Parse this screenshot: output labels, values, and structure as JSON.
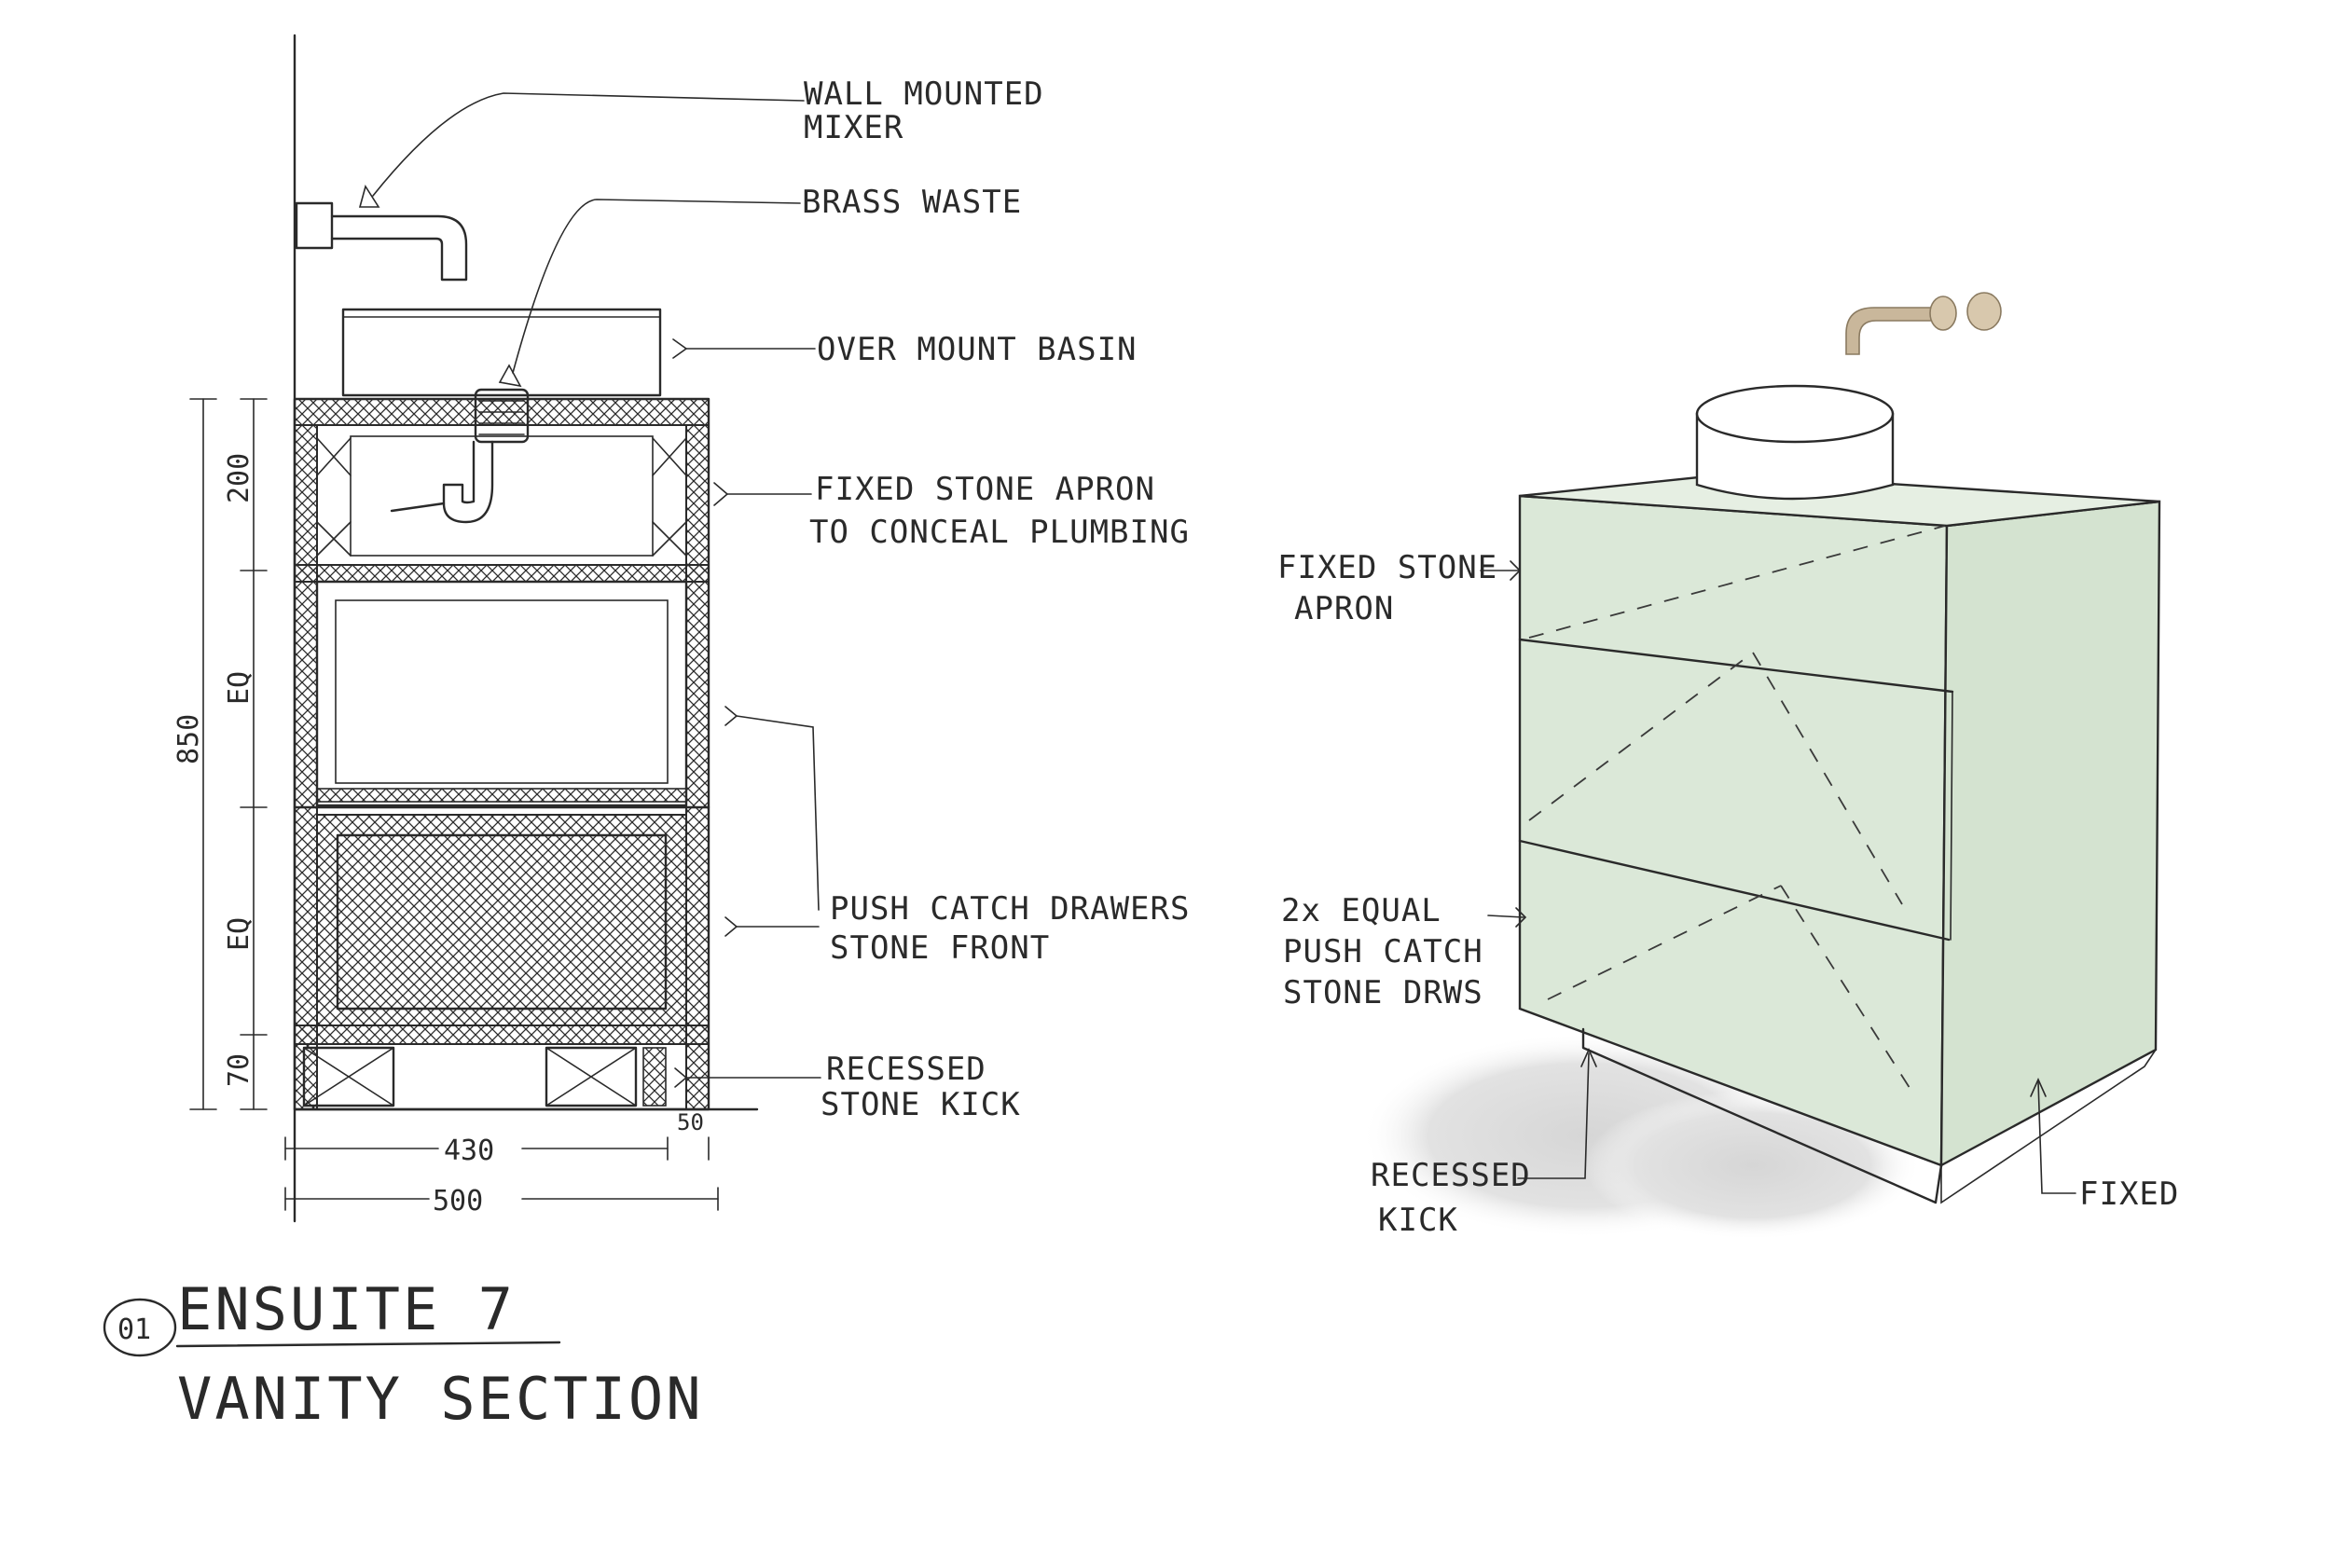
{
  "section": {
    "labels": {
      "wall_mixer_1": "WALL MOUNTED",
      "wall_mixer_2": "MIXER",
      "brass_waste": "BRASS WASTE",
      "basin": "OVER MOUNT BASIN",
      "apron_1": "FIXED STONE APRON",
      "apron_2": "TO CONCEAL PLUMBING",
      "drawers_1": "PUSH CATCH DRAWERS",
      "drawers_2": "STONE FRONT",
      "kick_1": "RECESSED",
      "kick_2": "STONE KICK"
    },
    "dimensions": {
      "overall_height": "850",
      "apron": "200",
      "eq_top": "EQ",
      "eq_bottom": "EQ",
      "kick": "70",
      "inner_width": "430",
      "recess": "50",
      "overall_width": "500"
    }
  },
  "perspective": {
    "labels": {
      "apron_1": "FIXED STONE",
      "apron_2": "APRON",
      "drawers_1": "2x EQUAL",
      "drawers_2": "PUSH CATCH",
      "drawers_3": "STONE DRWS",
      "kick_1": "RECESSED",
      "kick_2": "KICK",
      "fixed": "FIXED"
    }
  },
  "title": {
    "number": "01",
    "line1": "ENSUITE 7",
    "line2": "VANITY SECTION"
  },
  "colors": {
    "ink": "#2a2a2a",
    "stone_green": "#dbe8d8",
    "shadow": "#dcdcdc",
    "brass": "#c9b79b"
  }
}
